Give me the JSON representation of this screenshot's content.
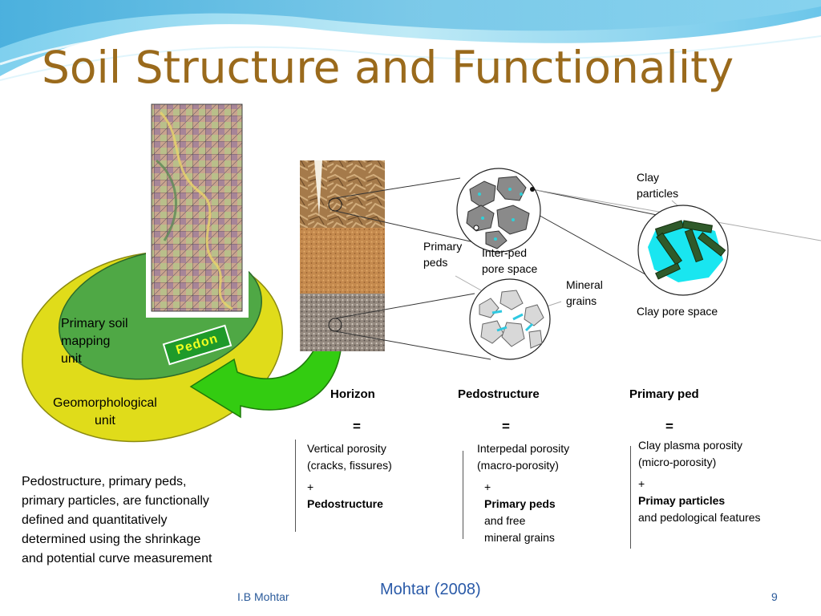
{
  "slide": {
    "title": "Soil Structure and Functionality",
    "footer_author": "I.B Mohtar",
    "citation": "Mohtar (2008)",
    "page_number": "9"
  },
  "diagram": {
    "pedon_label": "Pedon",
    "primary_soil_mapping_unit": [
      "Primary soil",
      "mapping",
      "unit"
    ],
    "geomorphological_unit": [
      "Geomorphological",
      "unit"
    ],
    "clay_particles": [
      "Clay",
      "particles"
    ],
    "primary_peds": [
      "Primary",
      "peds"
    ],
    "inter_ped_pore_space": [
      "Inter-ped",
      "pore space"
    ],
    "mineral_grains": [
      "Mineral",
      "grains"
    ],
    "clay_pore_space": "Clay pore space"
  },
  "columns": [
    {
      "header": "Horizon",
      "equals": "=",
      "porosity": [
        "Vertical porosity",
        "(cracks, fissures)"
      ],
      "plus": "+",
      "component": "Pedostructure",
      "extra": []
    },
    {
      "header": "Pedostructure",
      "equals": "=",
      "porosity": [
        "Interpedal porosity",
        "(macro-porosity)"
      ],
      "plus": "+",
      "component": "Primary peds",
      "extra": [
        "and free",
        "mineral grains"
      ]
    },
    {
      "header": "Primary ped",
      "equals": "=",
      "porosity": [
        "Clay plasma porosity",
        "(micro-porosity)"
      ],
      "plus": "+",
      "component": "Primay particles",
      "extra": [
        "and pedological features"
      ]
    }
  ],
  "description": [
    "Pedostructure, primary peds,",
    "primary particles, are functionally",
    "defined and quantitatively",
    "determined using the shrinkage",
    "and potential curve measurement"
  ],
  "colors": {
    "title": "#9a6a1c",
    "ellipse_outer": "#e0dc1a",
    "ellipse_inner": "#4fa845",
    "arrow": "#33cc11",
    "clay_pore": "#19e6f0",
    "clay_particle": "#2f5a2a",
    "citation": "#2a5aa8"
  }
}
